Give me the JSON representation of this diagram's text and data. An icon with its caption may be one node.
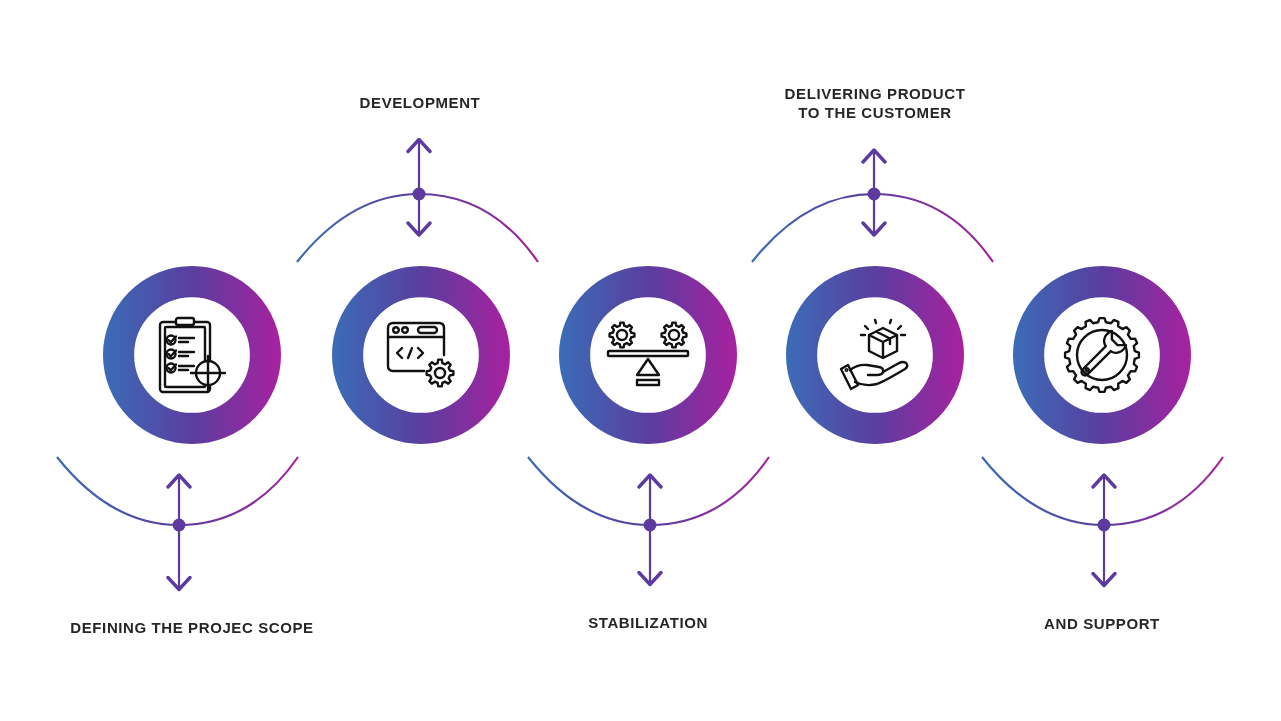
{
  "diagram": {
    "nodes": [
      {
        "text": [],
        "shape": "circle"
      },
      {
        "text": [
          "DEFINING THE PROJEC SCOPE"
        ]
      },
      {
        "text": [],
        "shape": "circle"
      },
      {
        "text": [
          "DEVELOPMENT"
        ]
      },
      {
        "text": [],
        "shape": "circle"
      },
      {
        "text": [
          "STABILIZATION"
        ]
      },
      {
        "text": [],
        "shape": "circle"
      },
      {
        "text": [
          "DELIVERING PRODUCT TO THE CUSTOMER"
        ]
      },
      {
        "text": [],
        "shape": "circle"
      },
      {
        "text": [
          "AND SUPPORT"
        ]
      }
    ],
    "edges": [
      {
        "from": 0,
        "to": 1,
        "arrow": "both"
      },
      {
        "from": 2,
        "to": 3,
        "arrow": "both"
      },
      {
        "from": 4,
        "to": 5,
        "arrow": "both"
      },
      {
        "from": 6,
        "to": 7,
        "arrow": "both"
      },
      {
        "from": 8,
        "to": 9,
        "arrow": "both"
      }
    ]
  }
}
